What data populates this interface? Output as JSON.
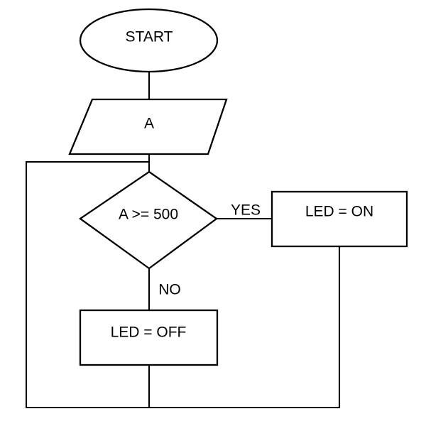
{
  "flowchart": {
    "colors": {
      "background": "#ffffff",
      "stroke": "#000000",
      "text": "#000000"
    },
    "nodes": {
      "start": {
        "label": "START",
        "shape": "terminator-ellipse"
      },
      "input": {
        "label": "A",
        "shape": "input-parallelogram"
      },
      "decision": {
        "label": "A >= 500",
        "shape": "decision-diamond"
      },
      "led_on": {
        "label": "LED = ON",
        "shape": "process-rectangle"
      },
      "led_off": {
        "label": "LED = OFF",
        "shape": "process-rectangle"
      }
    },
    "branch_labels": {
      "yes": "YES",
      "no": "NO"
    },
    "edges": [
      {
        "from": "start",
        "to": "input"
      },
      {
        "from": "input",
        "to": "decision"
      },
      {
        "from": "decision",
        "to": "led_on",
        "condition": "YES"
      },
      {
        "from": "decision",
        "to": "led_off",
        "condition": "NO"
      },
      {
        "from": "led_on",
        "to": "decision",
        "via": "bottom-left feedback loop"
      },
      {
        "from": "led_off",
        "to": "decision",
        "via": "bottom-left feedback loop"
      }
    ]
  }
}
